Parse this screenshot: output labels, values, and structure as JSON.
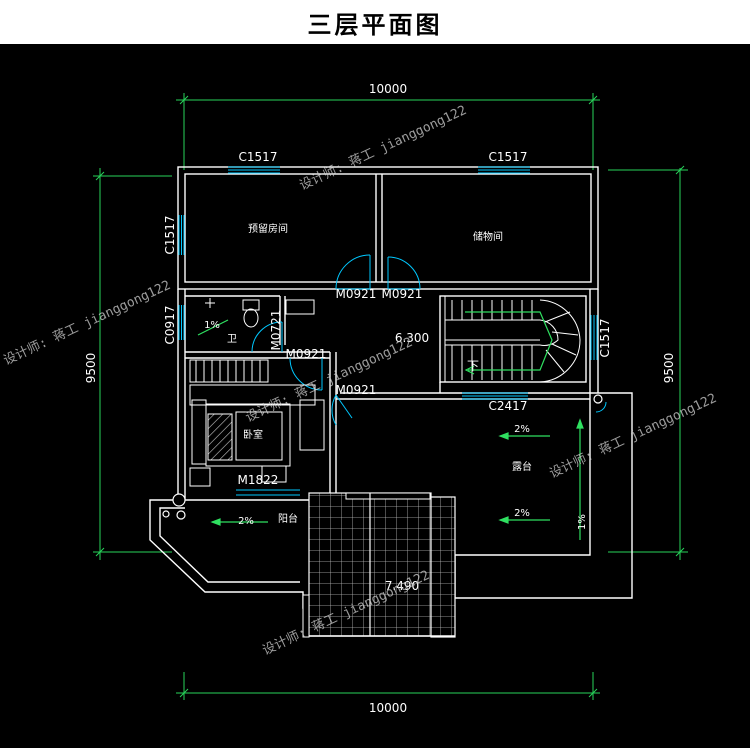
{
  "title": "三层平面图",
  "dimensions": {
    "top_width": "10000",
    "bottom_width": "10000",
    "left_height": "9500",
    "right_height": "9500"
  },
  "rooms": {
    "reserved_room": "预留房间",
    "storage": "储物间",
    "bathroom": "卫",
    "bedroom": "卧室",
    "balcony": "阳台",
    "terrace": "露台",
    "stair_down": "下"
  },
  "windows": {
    "top_left": "C1517",
    "top_right": "C1517",
    "left_upper": "C1517",
    "left_lower": "C0917",
    "stair_right": "C1517",
    "corridor": "C2417"
  },
  "doors": {
    "reserved_room": "M0921",
    "storage": "M0921",
    "bath_small": "M0721",
    "bedroom_entry": "M0921",
    "hall": "M0921",
    "bedroom_balcony": "M1822"
  },
  "levels": {
    "floor": "6.300",
    "roof": "7.490"
  },
  "slopes": {
    "bath": "1%",
    "balcony": "2%",
    "terrace_top": "2%",
    "terrace_mid": "2%",
    "terrace_side": "1%"
  },
  "watermark": "设计师: 蒋工 jianggong122",
  "colors": {
    "wall": "#ffffff",
    "dimension": "#27d35a",
    "window": "#00c8ff",
    "door": "#00c8ff",
    "arrow": "#2fe060",
    "background": "#000000"
  }
}
